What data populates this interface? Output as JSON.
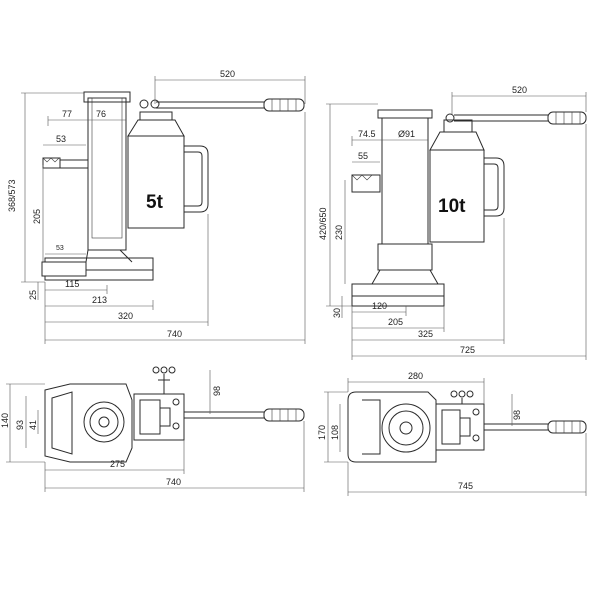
{
  "jack_5t": {
    "label": "5t",
    "dims": {
      "handle_len": "520",
      "w77": "77",
      "w76": "76",
      "w53_top": "53",
      "h_range": "368/573",
      "h205": "205",
      "w53_small": "53",
      "h25": "25",
      "w115": "115",
      "w213": "213",
      "w320": "320",
      "w740": "740"
    }
  },
  "jack_10t": {
    "label": "10t",
    "dims": {
      "handle_len": "520",
      "w745": "74.5",
      "dia91": "Ø91",
      "w55": "55",
      "h_range": "420/650",
      "h230": "230",
      "h30": "30",
      "w120": "120",
      "w205": "205",
      "w325": "325",
      "w725": "725"
    }
  },
  "plan_5t": {
    "dims": {
      "h140": "140",
      "h93": "93",
      "h41": "41",
      "h98": "98",
      "w275": "275",
      "w740": "740"
    }
  },
  "plan_10t": {
    "dims": {
      "w280": "280",
      "h170": "170",
      "h108": "108",
      "h98": "98",
      "w745": "745"
    }
  }
}
